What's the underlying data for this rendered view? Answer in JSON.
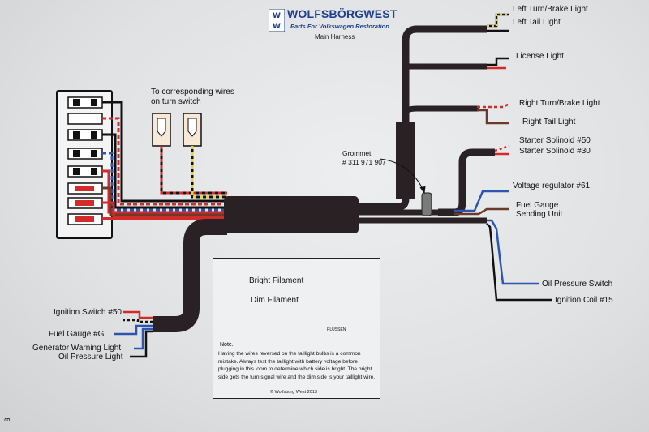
{
  "logo": {
    "brand": "WOLFSBÖRGWEST",
    "tagline": "Parts For Volkswagen Restoration",
    "mark": "W/W"
  },
  "subtitle": "Main Harness",
  "page_number": "5",
  "switch_note": {
    "line1": "To corresponding wires",
    "line2": "on turn switch"
  },
  "grommet": {
    "name": "Grommet",
    "part": "# 311 971 907"
  },
  "labels_right": {
    "left_turn": "Left Turn/Brake Light",
    "left_tail": "Left Tail Light",
    "license": "License Light",
    "right_turn": "Right Turn/Brake Light",
    "right_tail": "Right Tail Light",
    "starter50": "Starter Solinoid #50",
    "starter30": "Starter Solinoid #30",
    "voltage": "Voltage regulator #61",
    "fuel_sending_1": "Fuel Gauge",
    "fuel_sending_2": "Sending Unit",
    "oil_switch": "Oil Pressure Switch",
    "ign_coil": "Ignition Coil #15"
  },
  "labels_left": {
    "ign_switch": "Ignition Switch #50",
    "fuel_gauge": "Fuel Gauge #G",
    "gen_warn": "Generator Warning Light",
    "oil_light": "Oil Pressure Light"
  },
  "bulb": {
    "bright": "Bright Filament",
    "dim": "Dim Filament",
    "marking": "PLUSSEN"
  },
  "note": {
    "title": "Note.",
    "body": "Having the wires reversed on the taillight bulbs is a common mistake. Always test the taillight with battery voltage before plugging in this loom to determine which side is bright. The bright side gets the turn signal wire and the dim side is your taillight wire.",
    "copyright": "© Wolfsburg West 2013"
  },
  "colors": {
    "harness": "#2a2124",
    "red": "#d42a2a",
    "blue": "#2d55b0",
    "yellow": "#e8d23a",
    "black": "#111111",
    "brown": "#6b3b2a",
    "brand": "#1d3f8f"
  }
}
